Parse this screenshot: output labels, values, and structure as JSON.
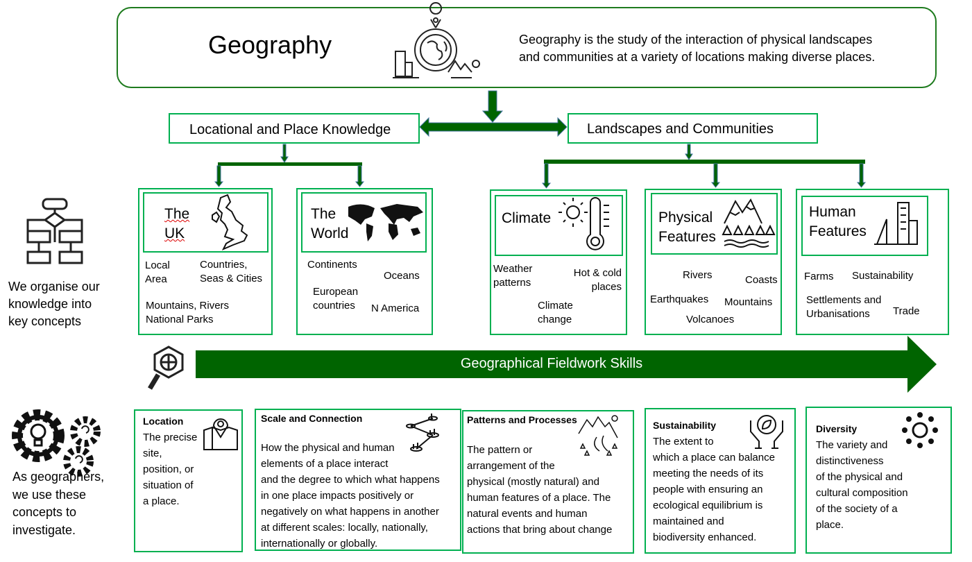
{
  "header": {
    "title": "Geography",
    "description_lines": [
      "Geography is the study of the interaction of physical landscapes",
      "and communities at a variety of locations making diverse places."
    ]
  },
  "branches": {
    "left": "Locational and Place Knowledge",
    "right": "Landscapes and Communities"
  },
  "concepts": [
    {
      "title_lines": [
        "The",
        "UK"
      ],
      "items": [
        "Local",
        "Area",
        "Countries,",
        "Seas & Cities",
        "Mountains, Rivers",
        "National Parks"
      ]
    },
    {
      "title_lines": [
        "The",
        "World"
      ],
      "items": [
        "Continents",
        "Oceans",
        "European",
        "countries",
        "N America"
      ]
    },
    {
      "title_lines": [
        "Climate"
      ],
      "items": [
        "Weather",
        "patterns",
        "Hot & cold",
        "places",
        "Climate",
        "change"
      ]
    },
    {
      "title_lines": [
        "Physical",
        "Features"
      ],
      "items": [
        "Rivers",
        "Coasts",
        "Earthquakes",
        "Mountains",
        "Volcanoes"
      ]
    },
    {
      "title_lines": [
        "Human",
        "Features"
      ],
      "items": [
        "Farms",
        "Sustainability",
        "Settlements and",
        "Urbanisations",
        "Trade"
      ]
    }
  ],
  "left_notes": {
    "organise": [
      "We organise our",
      "knowledge into",
      "key concepts"
    ],
    "investigate": [
      "As geographers,",
      "we use these",
      "concepts to",
      "investigate."
    ]
  },
  "fieldwork": {
    "label": "Geographical Fieldwork Skills"
  },
  "skills": [
    {
      "title": "Location",
      "lines": [
        "The precise",
        "site,",
        "position, or",
        "situation of",
        "a place."
      ]
    },
    {
      "title": "Scale and Connection",
      "lines": [
        "How the physical and human",
        "elements of a place interact",
        "and the degree to which what happens",
        "in one place impacts positively or",
        "negatively on what happens in another",
        "at different scales: locally, nationally,",
        "internationally or globally."
      ]
    },
    {
      "title": "Patterns and Processes",
      "lines": [
        "The pattern or",
        "arrangement of the",
        "physical (mostly natural) and",
        "human features of a place. The",
        "natural events and human",
        "actions that bring about change"
      ]
    },
    {
      "title": "Sustainability",
      "lines": [
        "The extent to",
        "which a place can balance",
        "meeting the needs of its",
        "people with ensuring an",
        "ecological equilibrium is",
        "maintained and",
        "biodiversity enhanced."
      ]
    },
    {
      "title": "Diversity",
      "lines": [
        "The variety and",
        "distinctiveness",
        "of the physical and",
        "cultural composition",
        "of the society of a",
        "place."
      ]
    }
  ],
  "colors": {
    "box_border": "#00b050",
    "arrow": "#006400",
    "arrow_outline": "#41719c",
    "header_border": "#1e7b1e"
  }
}
